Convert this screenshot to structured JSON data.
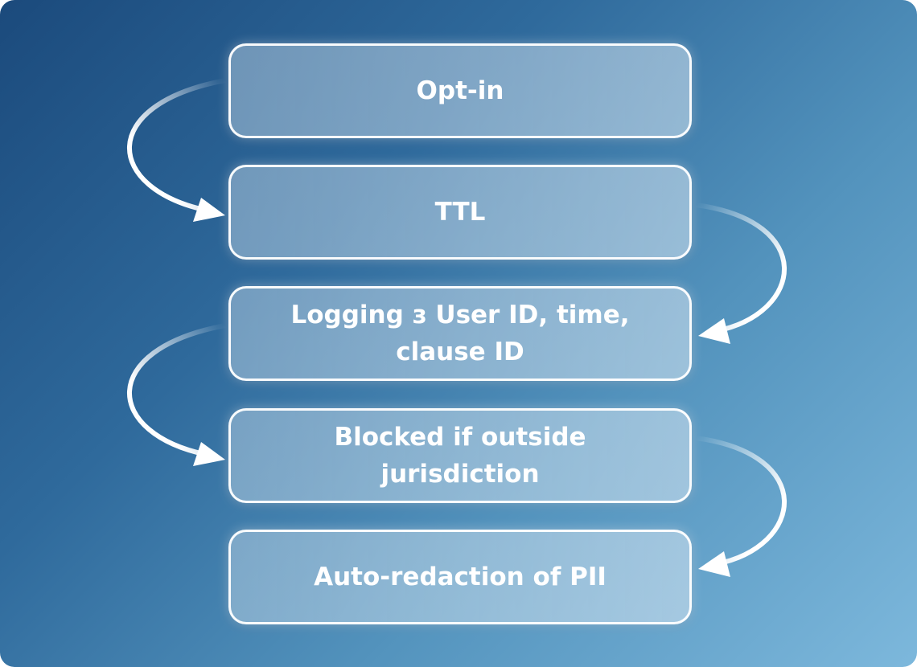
{
  "steps": [
    {
      "label": "Opt-in"
    },
    {
      "label": "TTL"
    },
    {
      "label": "Logging з User ID, time, clause ID"
    },
    {
      "label": "Blocked if outside jurisdiction"
    },
    {
      "label": "Auto-redaction of PII"
    }
  ],
  "colors": {
    "background_start": "#1b4a7c",
    "background_end": "#7db8dc",
    "box_border": "#ffffff",
    "text": "#ffffff",
    "arrow": "#ffffff"
  }
}
